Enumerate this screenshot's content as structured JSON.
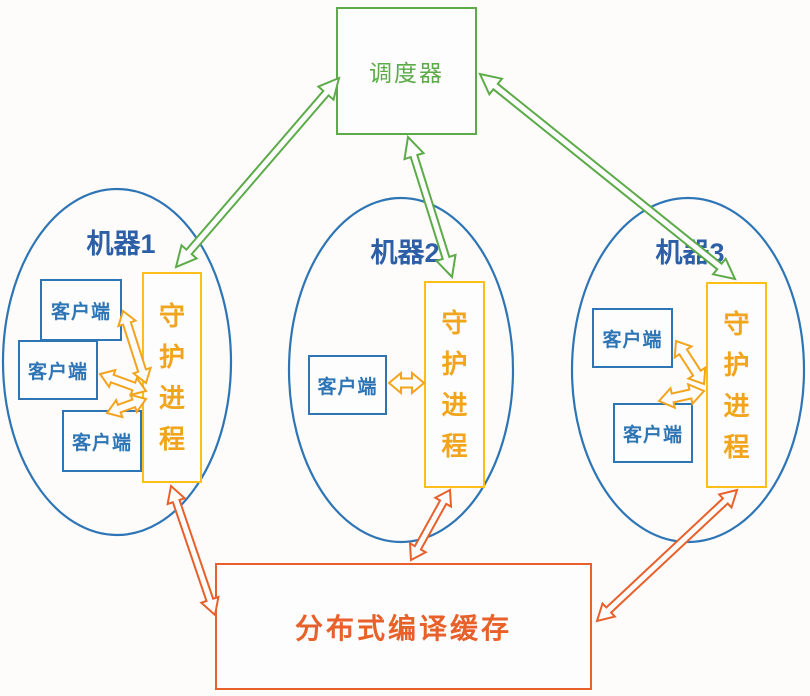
{
  "diagram": {
    "scheduler": {
      "label": "调度器"
    },
    "machines": [
      {
        "label": "机器1",
        "daemon": "守护进程",
        "clients": [
          "客户端",
          "客户端",
          "客户端"
        ]
      },
      {
        "label": "机器2",
        "daemon": "守护进程",
        "clients": [
          "客户端"
        ]
      },
      {
        "label": "机器3",
        "daemon": "守护进程",
        "clients": [
          "客户端",
          "客户端"
        ]
      }
    ],
    "cache": {
      "label": "分布式编译缓存"
    },
    "connections": [
      {
        "id": "scheduler-daemon1",
        "from": "scheduler",
        "to": "machine1-daemon",
        "color": "green",
        "bidirectional": true
      },
      {
        "id": "scheduler-daemon2",
        "from": "scheduler",
        "to": "machine2-daemon",
        "color": "green",
        "bidirectional": true
      },
      {
        "id": "scheduler-daemon3",
        "from": "scheduler",
        "to": "machine3-daemon",
        "color": "green",
        "bidirectional": true
      },
      {
        "id": "daemon1-cache",
        "from": "machine1-daemon",
        "to": "cache",
        "color": "orange",
        "bidirectional": true
      },
      {
        "id": "daemon2-cache",
        "from": "machine2-daemon",
        "to": "cache",
        "color": "orange",
        "bidirectional": true
      },
      {
        "id": "daemon3-cache",
        "from": "machine3-daemon",
        "to": "cache",
        "color": "orange",
        "bidirectional": true
      },
      {
        "id": "m1-client1",
        "from": "machine1-daemon",
        "to": "machine1-client1",
        "color": "amber",
        "bidirectional": true
      },
      {
        "id": "m1-client2",
        "from": "machine1-daemon",
        "to": "machine1-client2",
        "color": "amber",
        "bidirectional": true
      },
      {
        "id": "m1-client3",
        "from": "machine1-daemon",
        "to": "machine1-client3",
        "color": "amber",
        "bidirectional": true
      },
      {
        "id": "m2-client1",
        "from": "machine2-daemon",
        "to": "machine2-client1",
        "color": "amber",
        "bidirectional": true
      },
      {
        "id": "m3-client1",
        "from": "machine3-daemon",
        "to": "machine3-client1",
        "color": "amber",
        "bidirectional": true
      },
      {
        "id": "m3-client2",
        "from": "machine3-daemon",
        "to": "machine3-client2",
        "color": "amber",
        "bidirectional": true
      }
    ],
    "colors": {
      "green": "#5caa48",
      "blue": "#2e75b6",
      "label_blue": "#2d5fa6",
      "gold": "#fcbe17",
      "amber": "#f2a41d",
      "orange": "#e8602a"
    }
  }
}
